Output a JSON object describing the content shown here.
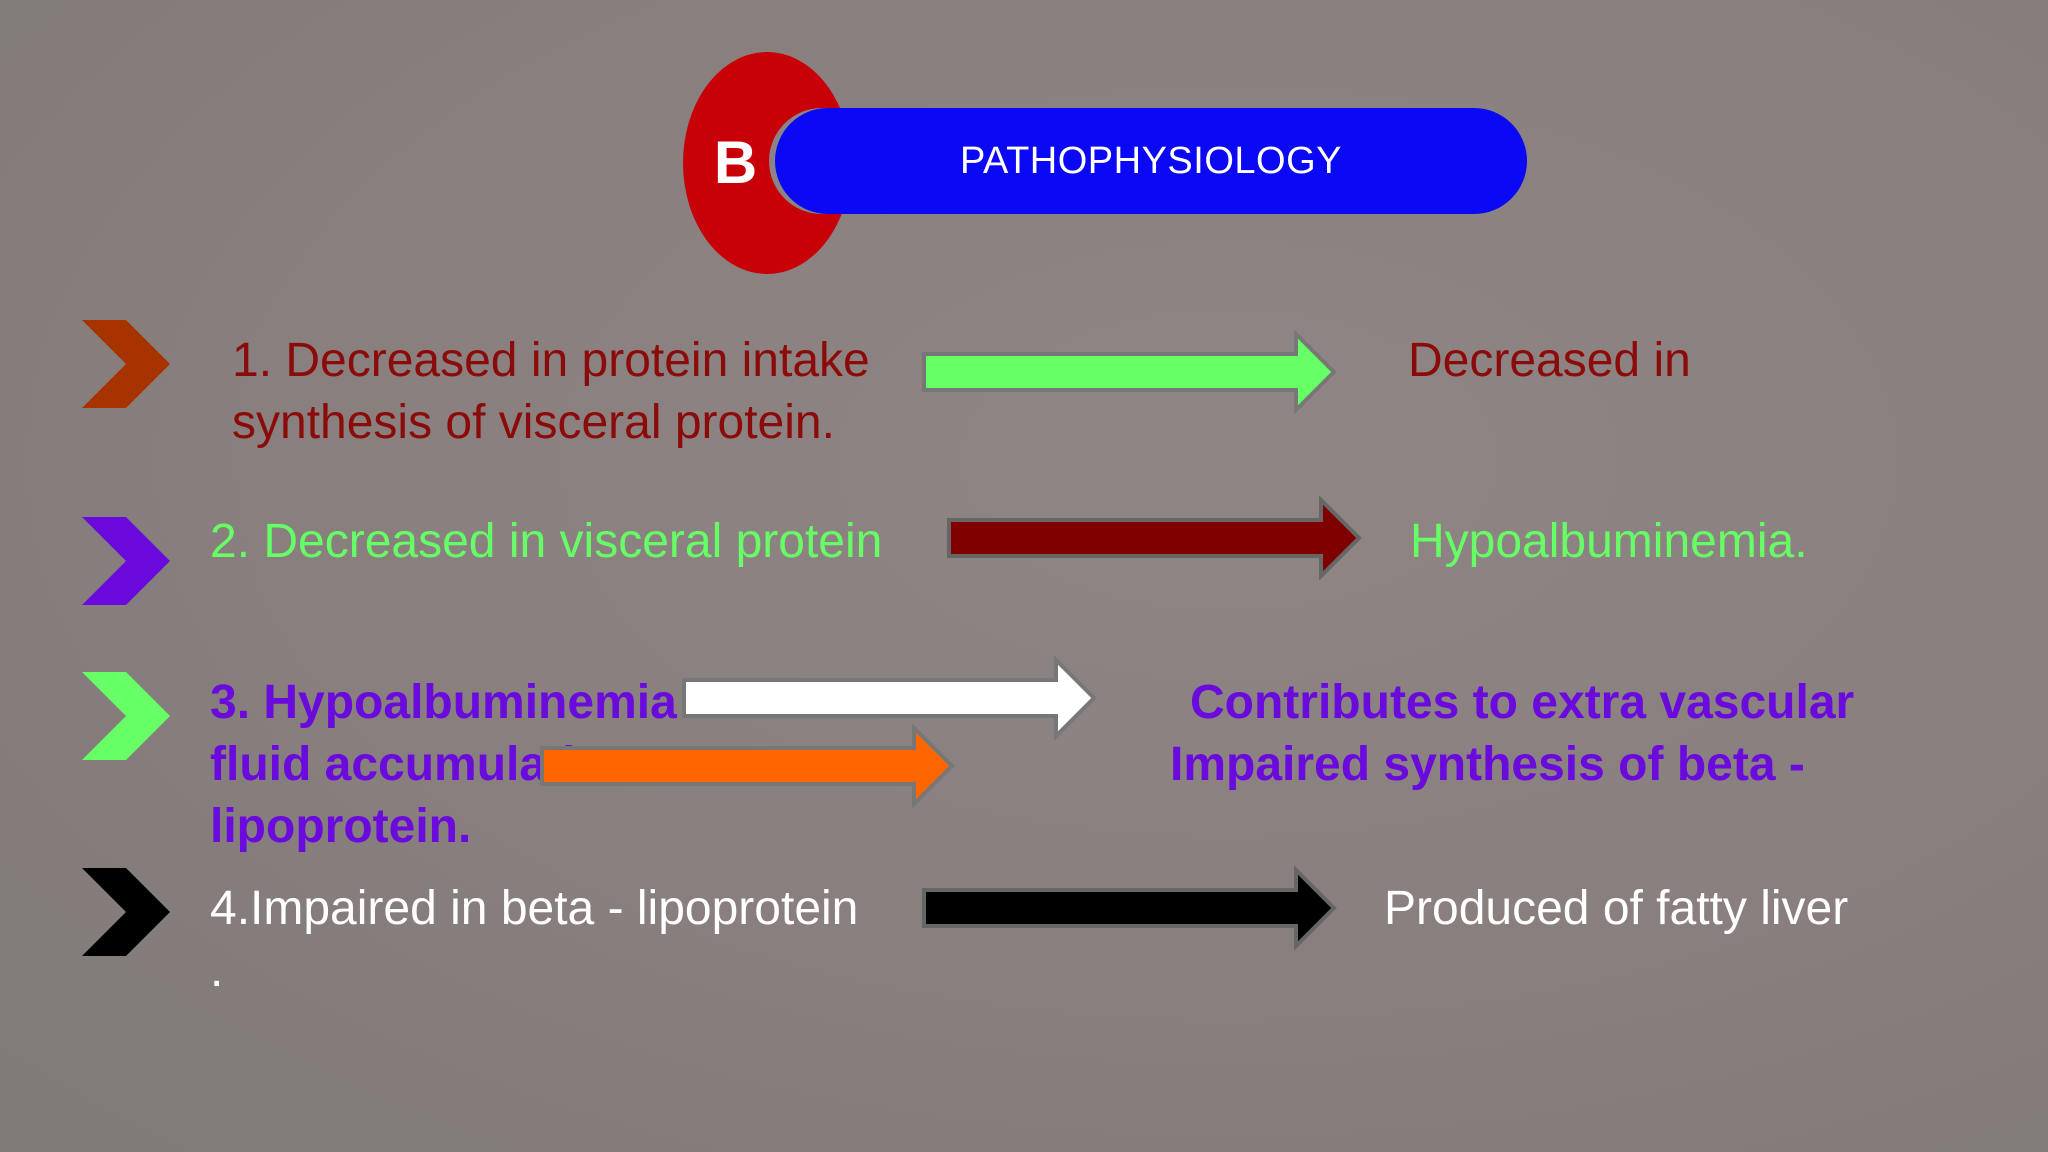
{
  "header": {
    "badge_letter": "B",
    "title": "PATHOPHYSIOLOGY"
  },
  "rows": [
    {
      "left_line1": "1. Decreased in protein intake",
      "left_line2": "synthesis of visceral protein.",
      "right": "Decreased in",
      "bullet_color": "#a83200",
      "text_color": "#8b0a0a",
      "arrow_color": "#66ff66"
    },
    {
      "left": "2. Decreased in visceral protein",
      "right": "Hypoalbuminemia.",
      "bullet_color": "#6a0adc",
      "text_color": "#66ff66",
      "arrow_color": "#800000"
    },
    {
      "left_line1": "3. Hypoalbuminemia",
      "left_line2": "fluid accumulation",
      "left_line3": "lipoprotein.",
      "right_line1": "Contributes to extra vascular",
      "right_line2": "Impaired synthesis of beta -",
      "bullet_color": "#66ff66",
      "text_color": "#6a0adc",
      "arrow_color_1": "#ffffff",
      "arrow_color_2": "#ff6600"
    },
    {
      "left": "4.Impaired in beta - lipoprotein",
      "left_line2": ".",
      "right": "Produced of fatty liver",
      "bullet_color": "#000000",
      "text_color": "#ffffff",
      "arrow_color": "#000000"
    }
  ]
}
